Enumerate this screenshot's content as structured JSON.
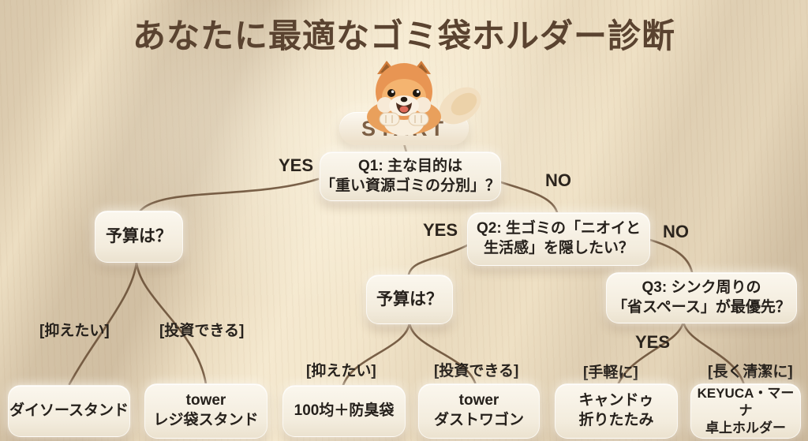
{
  "title": "あなたに最適なゴミ袋ホルダー診断",
  "start_label": "START",
  "colors": {
    "bg": "#f1e3c7",
    "node-bg": "#f6efe2",
    "line": "#6b5138",
    "ink": "#26211c",
    "title": "#5a4330",
    "start-ink": "#7c5f45"
  },
  "flow": {
    "q1": {
      "line1": "Q1: 主な目的は",
      "line2": "「重い資源ゴミの分別」？"
    },
    "q2": {
      "line1": "Q2: 生ゴミの「ニオイと",
      "line2": "生活感」を隠したい？"
    },
    "q3": {
      "line1": "Q3: シンク周りの",
      "line2": "「省スペース」が最優先？"
    },
    "budget_left": {
      "label": "予算は？"
    },
    "budget_mid": {
      "label": "予算は？"
    },
    "edges": {
      "q1_yes": "YES",
      "q1_no": "NO",
      "q2_yes": "YES",
      "q2_no": "NO",
      "q3_yes": "YES"
    },
    "branches": {
      "left_low": "[抑えたい]",
      "left_invest": "[投資できる]",
      "mid_low": "[抑えたい]",
      "mid_invest": "[投資できる]",
      "right_easy": "[手軽に]",
      "right_clean": "[長く清潔に]"
    },
    "results": [
      {
        "line1": "ダイソースタンド"
      },
      {
        "line1": "tower",
        "line2": "レジ袋スタンド"
      },
      {
        "line1": "100均＋防臭袋"
      },
      {
        "line1": "tower",
        "line2": "ダストワゴン"
      },
      {
        "line1": "キャンドゥ",
        "line2": "折りたたみ"
      },
      {
        "line1": "KEYUCA・マーナ",
        "line2": "卓上ホルダー"
      }
    ]
  }
}
